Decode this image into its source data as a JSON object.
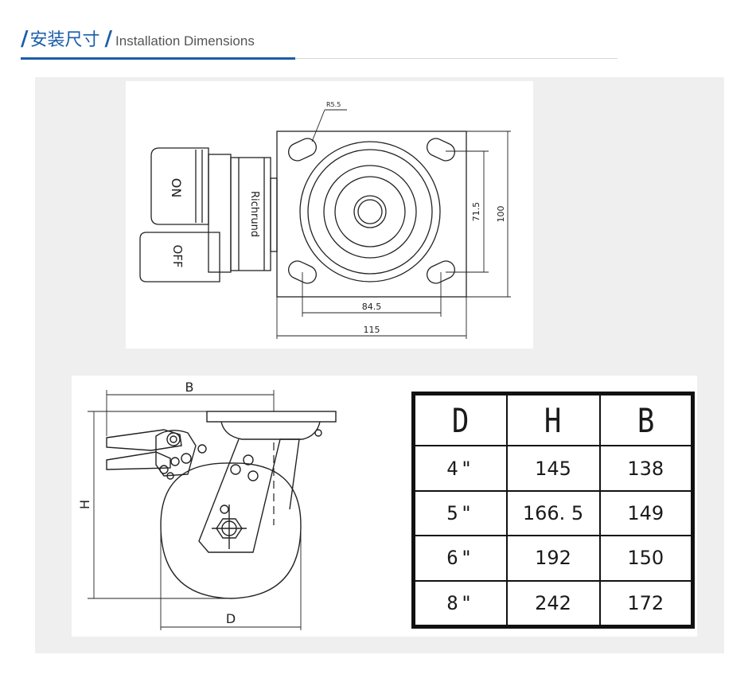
{
  "header": {
    "slash": "/",
    "title_cn": "安装尺寸",
    "title_en": "Installation Dimensions",
    "accent_color": "#1a5ea8"
  },
  "top_drawing": {
    "pedal_on_label": "ON",
    "pedal_off_label": "OFF",
    "brand_label": "Richrund",
    "radius_label": "R5.5",
    "hole_spacing_vertical": "71.5",
    "plate_height": "100",
    "hole_spacing_horizontal": "84.5",
    "plate_width": "115"
  },
  "side_drawing": {
    "label_b": "B",
    "label_h": "H",
    "label_d": "D"
  },
  "spec_table": {
    "headers": [
      "D",
      "H",
      "B"
    ],
    "rows": [
      [
        "4\"",
        "145",
        "138"
      ],
      [
        "5\"",
        "166. 5",
        "149"
      ],
      [
        "6\"",
        "192",
        "150"
      ],
      [
        "8\"",
        "242",
        "172"
      ]
    ]
  }
}
